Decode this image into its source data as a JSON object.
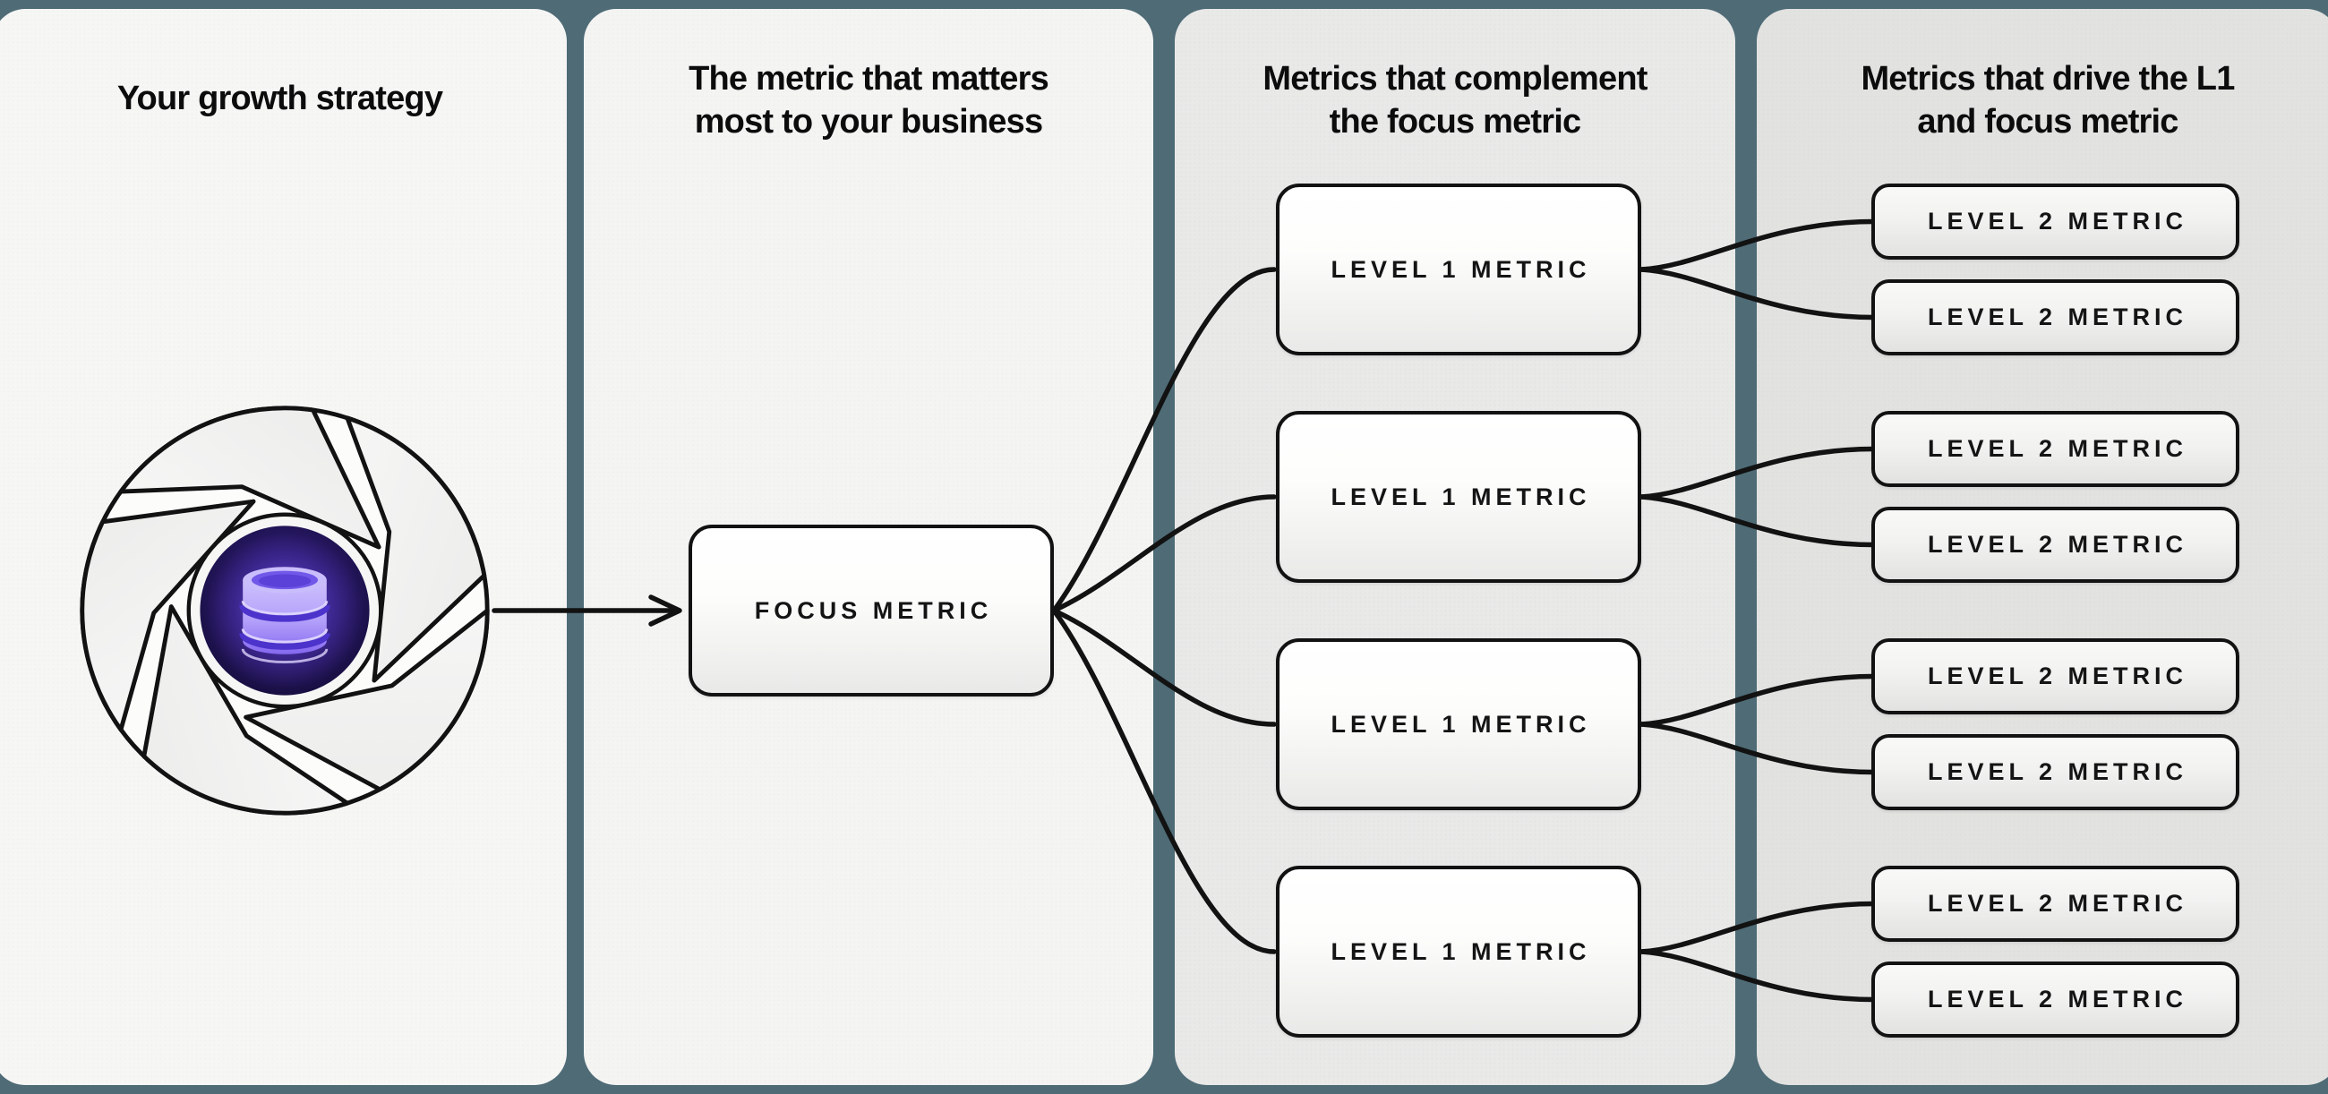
{
  "colors": {
    "background_teal": "#4e6b76",
    "panel1_fill": "#f6f6f5",
    "panel2_fill": "#f4f4f3",
    "panel3_fill": "#e9e9e8",
    "panel4_fill": "#e2e2e1",
    "box_border_black": "#121212",
    "connector_black": "#121212",
    "icon_indigo_disc": "#2c1b70",
    "icon_database_purple": "#c9bdfc"
  },
  "panels": [
    {
      "title_lines": [
        "Your growth strategy"
      ]
    },
    {
      "title_lines": [
        "The metric that matters",
        "most to your business"
      ]
    },
    {
      "title_lines": [
        "Metrics that complement",
        "the focus metric"
      ]
    },
    {
      "title_lines": [
        "Metrics that drive the L1",
        "and focus metric"
      ]
    }
  ],
  "boxes": {
    "focus": "FOCUS METRIC",
    "level1": [
      "LEVEL 1 METRIC",
      "LEVEL 1 METRIC",
      "LEVEL 1 METRIC",
      "LEVEL 1 METRIC"
    ],
    "level2": [
      "LEVEL 2 METRIC",
      "LEVEL 2 METRIC",
      "LEVEL 2 METRIC",
      "LEVEL 2 METRIC",
      "LEVEL 2 METRIC",
      "LEVEL 2 METRIC",
      "LEVEL 2 METRIC",
      "LEVEL 2 METRIC"
    ]
  },
  "icon": {
    "name": "growth-cycle-database-icon",
    "description": "shutter-pinwheel circle with database cylinder"
  }
}
